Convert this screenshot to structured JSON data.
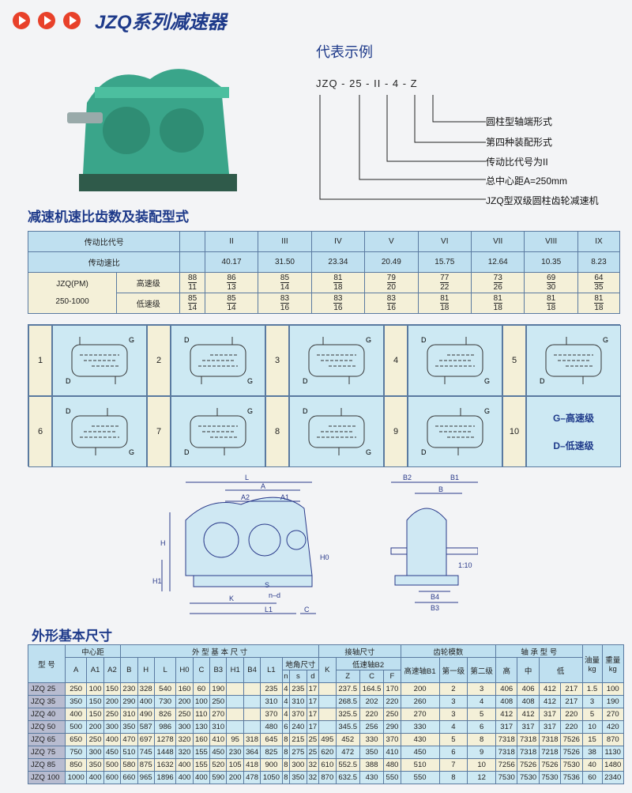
{
  "title": "JZQ系列减速器",
  "example": {
    "heading": "代表示例",
    "code": "JZQ - 25 - II - 4 - Z",
    "labels": [
      "圆柱型轴端形式",
      "第四种装配形式",
      "传动比代号为II",
      "总中心距A=250mm",
      "JZQ型双级圆柱齿轮减速机"
    ]
  },
  "section1": "减速机速比齿数及装配型式",
  "ratio_table": {
    "row1_label": "传动比代号",
    "codes": [
      "II",
      "III",
      "IV",
      "V",
      "VI",
      "VII",
      "VIII",
      "IX"
    ],
    "row2_label": "传动速比",
    "ratios": [
      "40.17",
      "31.50",
      "23.34",
      "20.49",
      "15.75",
      "12.64",
      "10.35",
      "8.23"
    ],
    "model": "JZQ(PM)",
    "range": "250-1000",
    "high_label": "高速级",
    "low_label": "低速级",
    "high": [
      [
        "88",
        "11"
      ],
      [
        "86",
        "13"
      ],
      [
        "85",
        "14"
      ],
      [
        "81",
        "18"
      ],
      [
        "79",
        "20"
      ],
      [
        "77",
        "22"
      ],
      [
        "73",
        "26"
      ],
      [
        "69",
        "30"
      ],
      [
        "64",
        "35"
      ]
    ],
    "low": [
      [
        "85",
        "14"
      ],
      [
        "85",
        "14"
      ],
      [
        "83",
        "16"
      ],
      [
        "83",
        "16"
      ],
      [
        "83",
        "16"
      ],
      [
        "81",
        "18"
      ],
      [
        "81",
        "18"
      ],
      [
        "81",
        "18"
      ],
      [
        "81",
        "18"
      ]
    ]
  },
  "configs": {
    "numbers": [
      "1",
      "2",
      "3",
      "4",
      "5",
      "6",
      "7",
      "8",
      "9",
      "10"
    ],
    "g": "G",
    "d": "D",
    "legend_g": "G–高速级",
    "legend_d": "D–低速级"
  },
  "drawing_labels": {
    "L": "L",
    "A": "A",
    "A2": "A2",
    "A1": "A1",
    "H": "H",
    "H0": "H0",
    "H1": "H1",
    "K": "K",
    "L1": "L1",
    "C": "C",
    "S": "S",
    "nd": "n–d",
    "B2": "B2",
    "B1": "B1",
    "B": "B",
    "B4": "B4",
    "B3": "B3",
    "slope": "1:10"
  },
  "section2": "外形基本尺寸",
  "dim_table": {
    "h": {
      "model": "型 号",
      "center": "中心距",
      "outer": "外 型 基 本 尺 寸",
      "shaft": "接轴尺寸",
      "gear": "齿轮模数",
      "bearing": "轴 承 型 号",
      "oil": "油量",
      "weight": "重量",
      "kg": "kg",
      "foot": "地角尺寸",
      "low_shaft": "低速轴B2",
      "high_shaft": "高速轴B1",
      "first": "第一级",
      "second": "第二级",
      "hi": "高",
      "mid": "中",
      "lo": "低",
      "cols": [
        "A",
        "A1",
        "A2",
        "B",
        "H",
        "L",
        "H0",
        "C",
        "B3",
        "H1",
        "B4",
        "L1"
      ],
      "foot_cols": [
        "n",
        "s",
        "d"
      ],
      "K": "K",
      "zcf": [
        "Z",
        "C",
        "F"
      ]
    },
    "rows": [
      [
        "JZQ 25",
        "250",
        "100",
        "150",
        "230",
        "328",
        "540",
        "160",
        "60",
        "190",
        "",
        "",
        "235",
        "4",
        "235",
        "17",
        "",
        "237.5",
        "164.5",
        "170",
        "200",
        "2",
        "3",
        "406",
        "406",
        "412",
        "217",
        "1.5",
        "100"
      ],
      [
        "JZQ 35",
        "350",
        "150",
        "200",
        "290",
        "400",
        "730",
        "200",
        "100",
        "250",
        "",
        "",
        "310",
        "4",
        "310",
        "17",
        "",
        "268.5",
        "202",
        "220",
        "260",
        "3",
        "4",
        "408",
        "408",
        "412",
        "217",
        "3",
        "190"
      ],
      [
        "JZQ 40",
        "400",
        "150",
        "250",
        "310",
        "490",
        "826",
        "250",
        "110",
        "270",
        "",
        "",
        "370",
        "4",
        "370",
        "17",
        "",
        "325.5",
        "220",
        "250",
        "270",
        "3",
        "5",
        "412",
        "412",
        "317",
        "220",
        "5",
        "270"
      ],
      [
        "JZQ 50",
        "500",
        "200",
        "300",
        "350",
        "587",
        "986",
        "300",
        "130",
        "310",
        "",
        "",
        "480",
        "6",
        "240",
        "17",
        "",
        "345.5",
        "256",
        "290",
        "330",
        "4",
        "6",
        "317",
        "317",
        "317",
        "220",
        "10",
        "420"
      ],
      [
        "JZQ 65",
        "650",
        "250",
        "400",
        "470",
        "697",
        "1278",
        "320",
        "160",
        "410",
        "95",
        "318",
        "645",
        "8",
        "215",
        "25",
        "495",
        "452",
        "330",
        "370",
        "430",
        "5",
        "8",
        "7318",
        "7318",
        "7318",
        "7526",
        "15",
        "870"
      ],
      [
        "JZQ 75",
        "750",
        "300",
        "450",
        "510",
        "745",
        "1448",
        "320",
        "155",
        "450",
        "230",
        "364",
        "825",
        "8",
        "275",
        "25",
        "620",
        "472",
        "350",
        "410",
        "450",
        "6",
        "9",
        "7318",
        "7318",
        "7218",
        "7526",
        "38",
        "1130"
      ],
      [
        "JZQ 85",
        "850",
        "350",
        "500",
        "580",
        "875",
        "1632",
        "400",
        "155",
        "520",
        "105",
        "418",
        "900",
        "8",
        "300",
        "32",
        "610",
        "552.5",
        "388",
        "480",
        "510",
        "7",
        "10",
        "7256",
        "7526",
        "7526",
        "7530",
        "40",
        "1480"
      ],
      [
        "JZQ 100",
        "1000",
        "400",
        "600",
        "660",
        "965",
        "1896",
        "400",
        "400",
        "590",
        "200",
        "478",
        "1050",
        "8",
        "350",
        "32",
        "870",
        "632.5",
        "430",
        "550",
        "550",
        "8",
        "12",
        "7530",
        "7530",
        "7530",
        "7536",
        "60",
        "2340"
      ]
    ]
  }
}
